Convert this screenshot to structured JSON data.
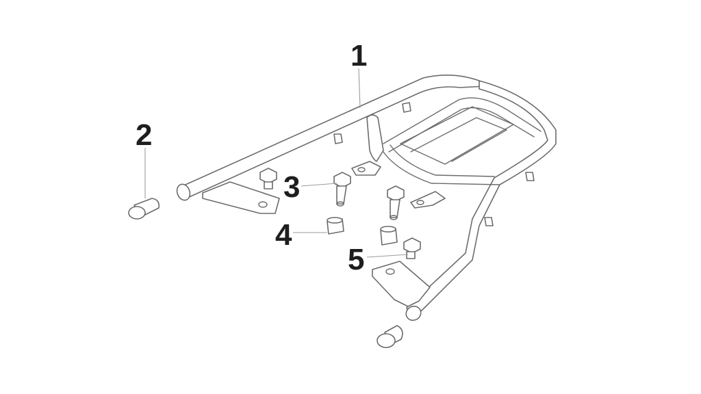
{
  "callouts": [
    {
      "label": "1"
    },
    {
      "label": "2"
    },
    {
      "label": "3"
    },
    {
      "label": "4"
    },
    {
      "label": "5"
    }
  ],
  "colors": {
    "line": "#6b6b6b",
    "label": "#1e1e1e",
    "leader": "#9a9a9a",
    "background": "#ffffff"
  }
}
